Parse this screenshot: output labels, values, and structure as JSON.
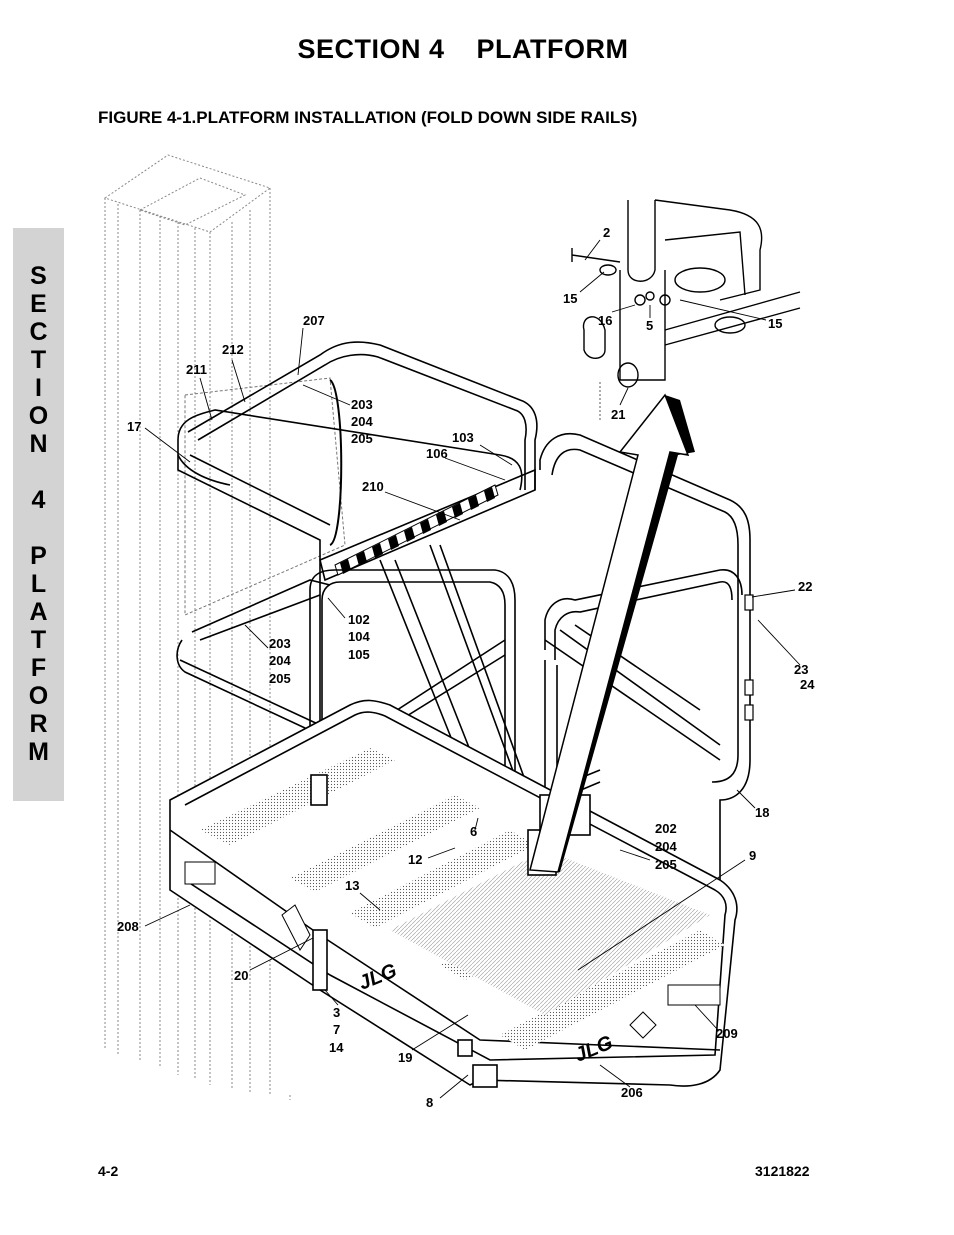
{
  "header": {
    "section_title": "SECTION 4    PLATFORM",
    "figure_title": "FIGURE 4-1.PLATFORM INSTALLATION (FOLD DOWN SIDE RAILS)"
  },
  "side_tab": {
    "letters": [
      "S",
      "E",
      "C",
      "T",
      "I",
      "O",
      "N",
      "4",
      "P",
      "L",
      "A",
      "T",
      "F",
      "O",
      "R",
      "M"
    ]
  },
  "diagram": {
    "logo_text": "JLG",
    "callouts": {
      "c2": "2",
      "c15a": "15",
      "c16": "16",
      "c5": "5",
      "c15b": "15",
      "c21": "21",
      "c207": "207",
      "c212": "212",
      "c211": "211",
      "c17": "17",
      "c203a": "203",
      "c204a": "204",
      "c205a": "205",
      "c103": "103",
      "c106": "106",
      "c210": "210",
      "c102": "102",
      "c104": "104",
      "c105": "105",
      "c203b": "203",
      "c204b": "204",
      "c205b": "205",
      "c22": "22",
      "c23": "23",
      "c24": "24",
      "c18": "18",
      "c202": "202",
      "c204c": "204",
      "c205c": "205",
      "c9": "9",
      "c6": "6",
      "c12": "12",
      "c13": "13",
      "c208": "208",
      "c20": "20",
      "c3": "3",
      "c7": "7",
      "c14": "14",
      "c19": "19",
      "c8": "8",
      "c206": "206",
      "c209": "209"
    }
  },
  "footer": {
    "page_number": "4-2",
    "doc_number": "3121822"
  }
}
